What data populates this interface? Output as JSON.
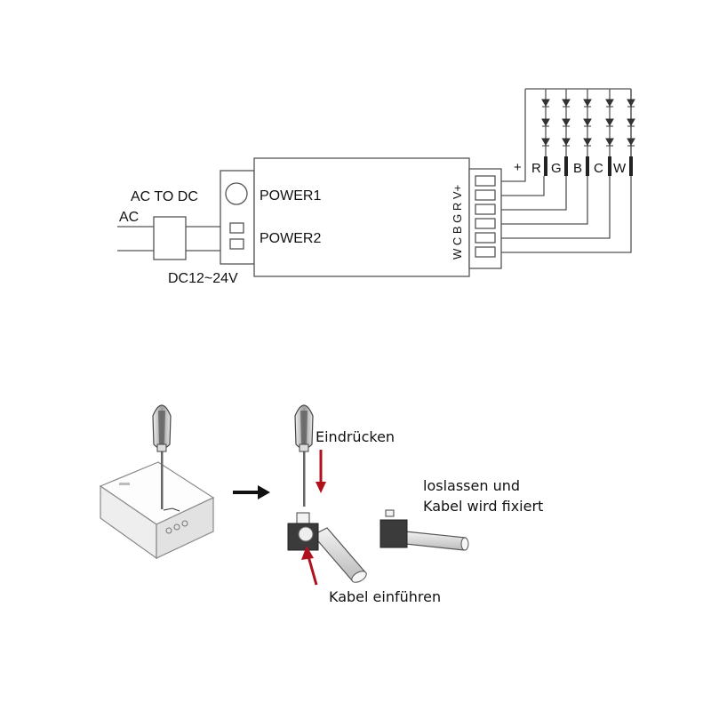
{
  "wiring": {
    "ac_to_dc": "AC TO DC",
    "ac": "AC",
    "dc_voltage": "DC12~24V",
    "power1": "POWER1",
    "power2": "POWER2",
    "terminal_labels": "W C B G R V+",
    "strip_labels": {
      "plus": "+",
      "r": "R",
      "g": "G",
      "b": "B",
      "c": "C",
      "w": "W"
    }
  },
  "instructions": {
    "press": "Eindrücken",
    "release_line1": "loslassen und",
    "release_line2": "Kabel wird fixiert",
    "insert": "Kabel einführen"
  },
  "colors": {
    "line": "#555555",
    "arrow_red": "#b0121d",
    "dark_box": "#3b3b3b"
  }
}
